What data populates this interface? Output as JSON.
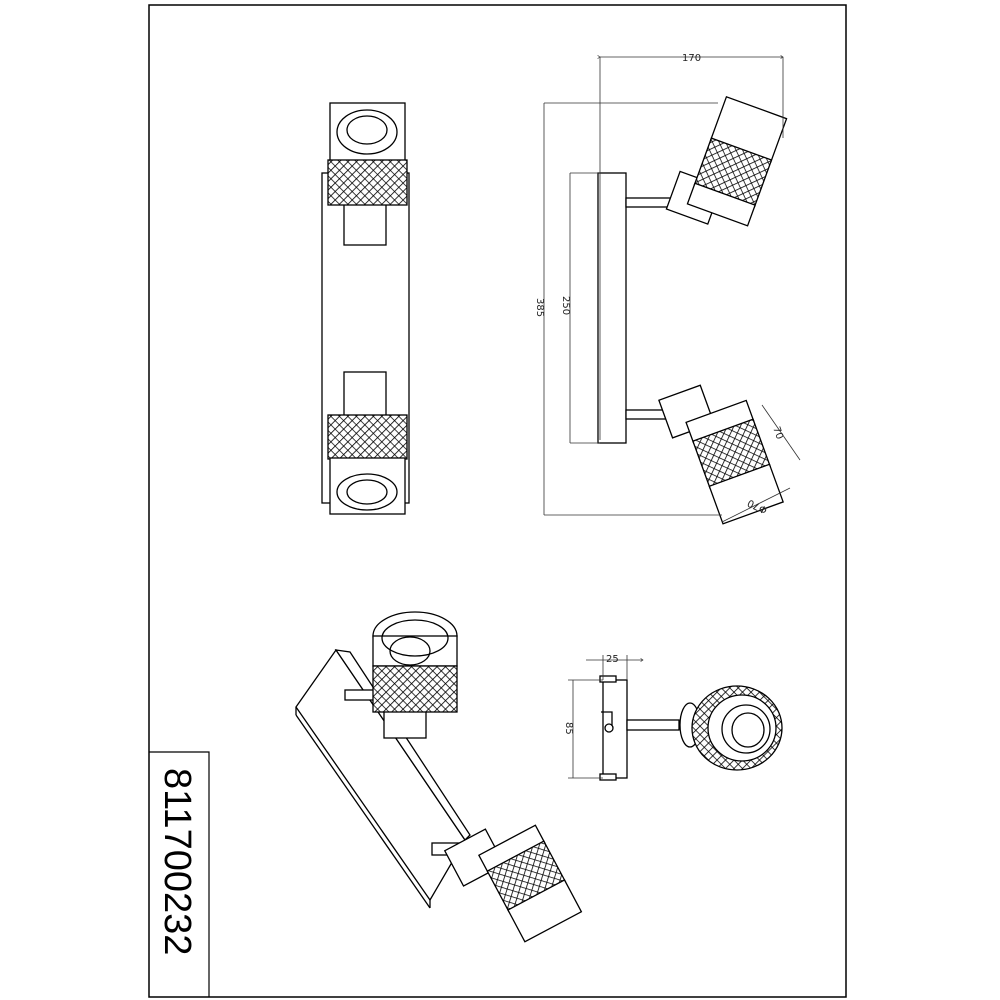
{
  "product": {
    "model_number": "811700232"
  },
  "dimensions": {
    "width_label": "170",
    "total_height_label": "385",
    "backplate_height_label": "250",
    "head_length_label": "70",
    "head_diameter_label": "Φ70",
    "backplate_depth_label": "25",
    "backplate_width_label": "85"
  }
}
